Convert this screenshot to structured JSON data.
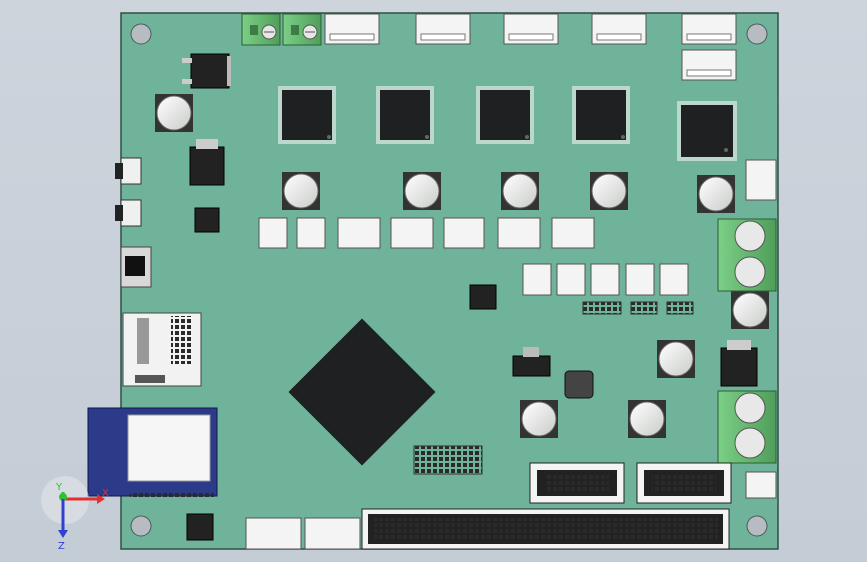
{
  "viewport": {
    "background_top": "#cfd6de",
    "background_bottom": "#c2cad4"
  },
  "board": {
    "color": "#6fb39a",
    "edge_color": "#2f4f44",
    "chip_color": "#1f2022",
    "connector_color": "#f4f4f4",
    "terminal_color": "#63b86f",
    "module_color": "#2c3a8a",
    "mount_hole_color": "#b7bcc2"
  },
  "triad": {
    "x_label": "X",
    "y_label": "Y",
    "z_label": "Z",
    "x_color": "#e03030",
    "y_color": "#30c030",
    "z_color": "#3040d0"
  }
}
